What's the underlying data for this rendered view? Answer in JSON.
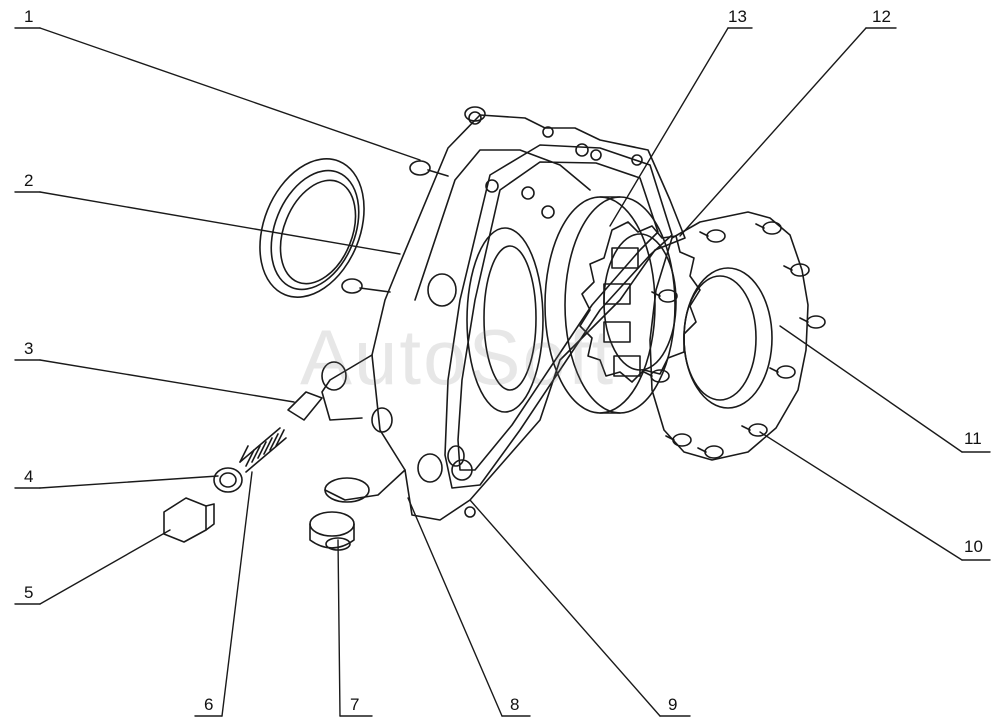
{
  "watermark": "AutoSoft",
  "callouts": [
    {
      "number": "1"
    },
    {
      "number": "2"
    },
    {
      "number": "3"
    },
    {
      "number": "4"
    },
    {
      "number": "5"
    },
    {
      "number": "6"
    },
    {
      "number": "7"
    },
    {
      "number": "8"
    },
    {
      "number": "9"
    },
    {
      "number": "10"
    },
    {
      "number": "11"
    },
    {
      "number": "12"
    },
    {
      "number": "13"
    }
  ],
  "colors": {
    "line": "#1a1a1a",
    "background": "#ffffff"
  }
}
